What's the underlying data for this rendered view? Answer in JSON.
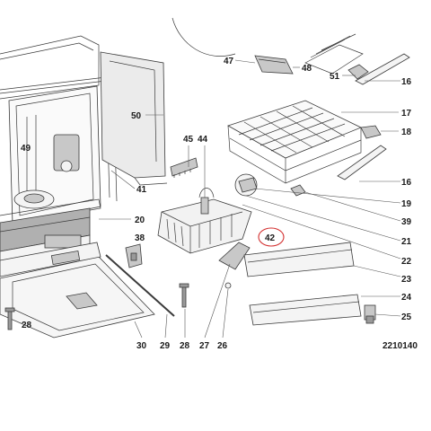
{
  "diagram": {
    "reference_code": "2210140",
    "highlight_color": "#d32f2f",
    "highlighted_part": "42",
    "callouts": [
      {
        "id": "c47",
        "label": "47"
      },
      {
        "id": "c48",
        "label": "48"
      },
      {
        "id": "c51",
        "label": "51"
      },
      {
        "id": "c16a",
        "label": "16"
      },
      {
        "id": "c50",
        "label": "50"
      },
      {
        "id": "c17",
        "label": "17"
      },
      {
        "id": "c18",
        "label": "18"
      },
      {
        "id": "c49",
        "label": "49"
      },
      {
        "id": "c45",
        "label": "45"
      },
      {
        "id": "c44",
        "label": "44"
      },
      {
        "id": "c16b",
        "label": "16"
      },
      {
        "id": "c41",
        "label": "41"
      },
      {
        "id": "c19",
        "label": "19"
      },
      {
        "id": "c20",
        "label": "20"
      },
      {
        "id": "c39",
        "label": "39"
      },
      {
        "id": "c42",
        "label": "42"
      },
      {
        "id": "c21",
        "label": "21"
      },
      {
        "id": "c38",
        "label": "38"
      },
      {
        "id": "c22",
        "label": "22"
      },
      {
        "id": "c23",
        "label": "23"
      },
      {
        "id": "c24",
        "label": "24"
      },
      {
        "id": "c25",
        "label": "25"
      },
      {
        "id": "c28a",
        "label": "28"
      },
      {
        "id": "c30",
        "label": "30"
      },
      {
        "id": "c29",
        "label": "29"
      },
      {
        "id": "c28b",
        "label": "28"
      },
      {
        "id": "c27",
        "label": "27"
      },
      {
        "id": "c26",
        "label": "26"
      }
    ]
  }
}
